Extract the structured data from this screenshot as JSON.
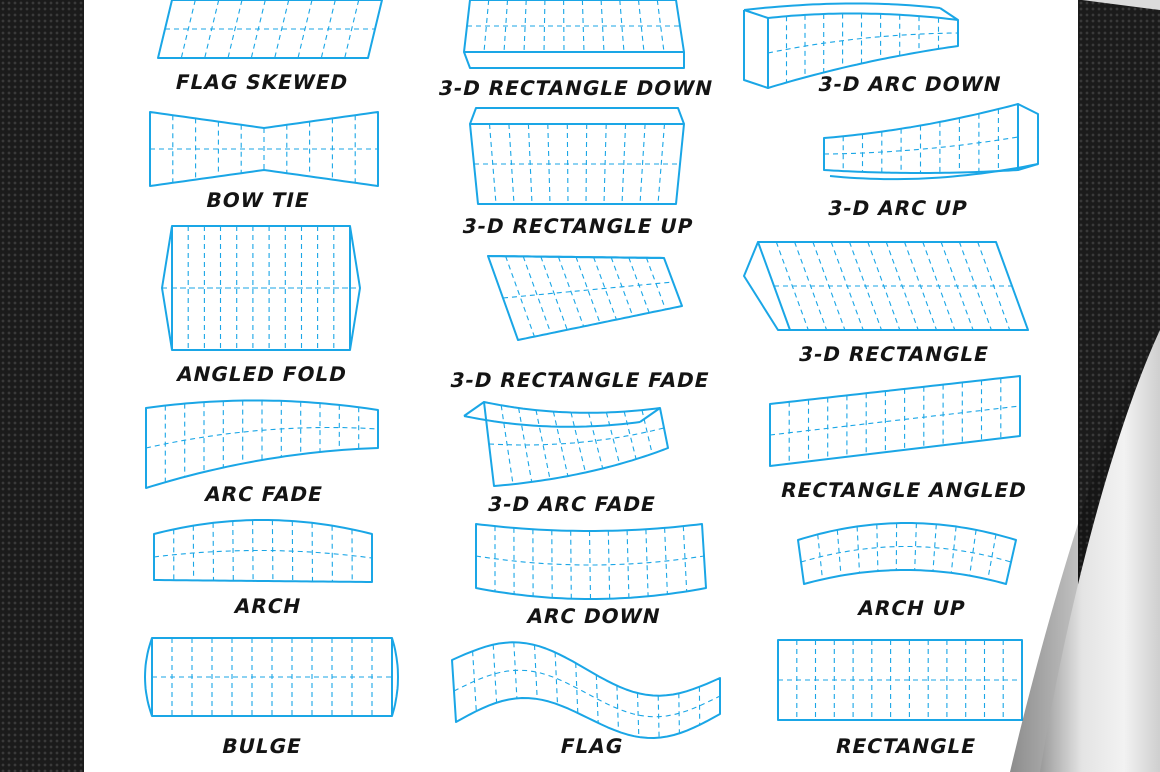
{
  "colors": {
    "shape_stroke": "#1aa6e6",
    "label_text": "#141414",
    "sheet": "#ffffff",
    "backdrop": "#1b1b1b"
  },
  "shapes": [
    {
      "id": "flag-skewed",
      "label": "FLAG SKEWED"
    },
    {
      "id": "3d-rectangle-down",
      "label": "3-D RECTANGLE DOWN"
    },
    {
      "id": "3d-arc-down",
      "label": "3-D ARC DOWN"
    },
    {
      "id": "bow-tie",
      "label": "BOW TIE"
    },
    {
      "id": "3d-rectangle-up",
      "label": "3-D RECTANGLE UP"
    },
    {
      "id": "3d-arc-up",
      "label": "3-D ARC UP"
    },
    {
      "id": "angled-fold",
      "label": "ANGLED FOLD"
    },
    {
      "id": "3d-rectangle-fade",
      "label": "3-D RECTANGLE FADE"
    },
    {
      "id": "3d-rectangle",
      "label": "3-D RECTANGLE"
    },
    {
      "id": "arc-fade",
      "label": "ARC FADE"
    },
    {
      "id": "3d-arc-fade",
      "label": "3-D ARC FADE"
    },
    {
      "id": "rectangle-angled",
      "label": "RECTANGLE ANGLED"
    },
    {
      "id": "arch",
      "label": "ARCH"
    },
    {
      "id": "arc-down",
      "label": "ARC DOWN"
    },
    {
      "id": "arch-up",
      "label": "ARCH UP"
    },
    {
      "id": "bulge",
      "label": "BULGE"
    },
    {
      "id": "flag",
      "label": "FLAG"
    },
    {
      "id": "rectangle",
      "label": "RECTANGLE"
    }
  ]
}
